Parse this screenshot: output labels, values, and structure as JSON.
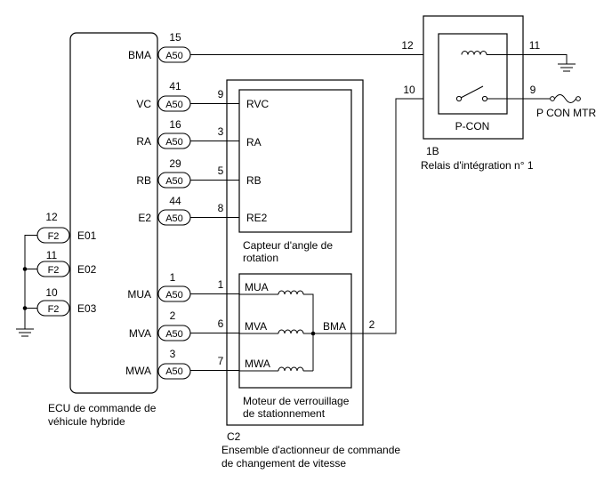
{
  "ecu": {
    "pins": [
      {
        "name": "BMA",
        "connector": "A50",
        "num": "15"
      },
      {
        "name": "VC",
        "connector": "A50",
        "num": "41"
      },
      {
        "name": "RA",
        "connector": "A50",
        "num": "16"
      },
      {
        "name": "RB",
        "connector": "A50",
        "num": "29"
      },
      {
        "name": "E2",
        "connector": "A50",
        "num": "44"
      },
      {
        "name": "MUA",
        "connector": "A50",
        "num": "1"
      },
      {
        "name": "MVA",
        "connector": "A50",
        "num": "2"
      },
      {
        "name": "MWA",
        "connector": "A50",
        "num": "3"
      }
    ],
    "ground_pins": [
      {
        "name": "E01",
        "connector": "F2",
        "num": "12"
      },
      {
        "name": "E02",
        "connector": "F2",
        "num": "11"
      },
      {
        "name": "E03",
        "connector": "F2",
        "num": "10"
      }
    ],
    "caption_line1": "ECU de commande de",
    "caption_line2": "véhicule hybride"
  },
  "sensor": {
    "pins": [
      {
        "name": "RVC",
        "num": "9"
      },
      {
        "name": "RA",
        "num": "3"
      },
      {
        "name": "RB",
        "num": "5"
      },
      {
        "name": "RE2",
        "num": "8"
      }
    ],
    "caption_line1": "Capteur d'angle de",
    "caption_line2": "rotation"
  },
  "motor": {
    "pins": [
      {
        "name": "MUA",
        "num": "1"
      },
      {
        "name": "MVA",
        "num": "6"
      },
      {
        "name": "MWA",
        "num": "7"
      }
    ],
    "common_label": "BMA",
    "common_num": "2",
    "caption_line1": "Moteur de verrouillage",
    "caption_line2": "de stationnement"
  },
  "assembly": {
    "code": "C2",
    "caption_line1": "Ensemble d'actionneur de commande",
    "caption_line2": "de changement de vitesse"
  },
  "relay": {
    "name": "P-CON",
    "code": "1B",
    "caption": "Relais d'intégration n° 1",
    "pin_coil_in": "12",
    "pin_coil_gnd": "11",
    "pin_switch_in": "10",
    "pin_switch_out": "9",
    "fuse_label": "P CON MTR"
  }
}
